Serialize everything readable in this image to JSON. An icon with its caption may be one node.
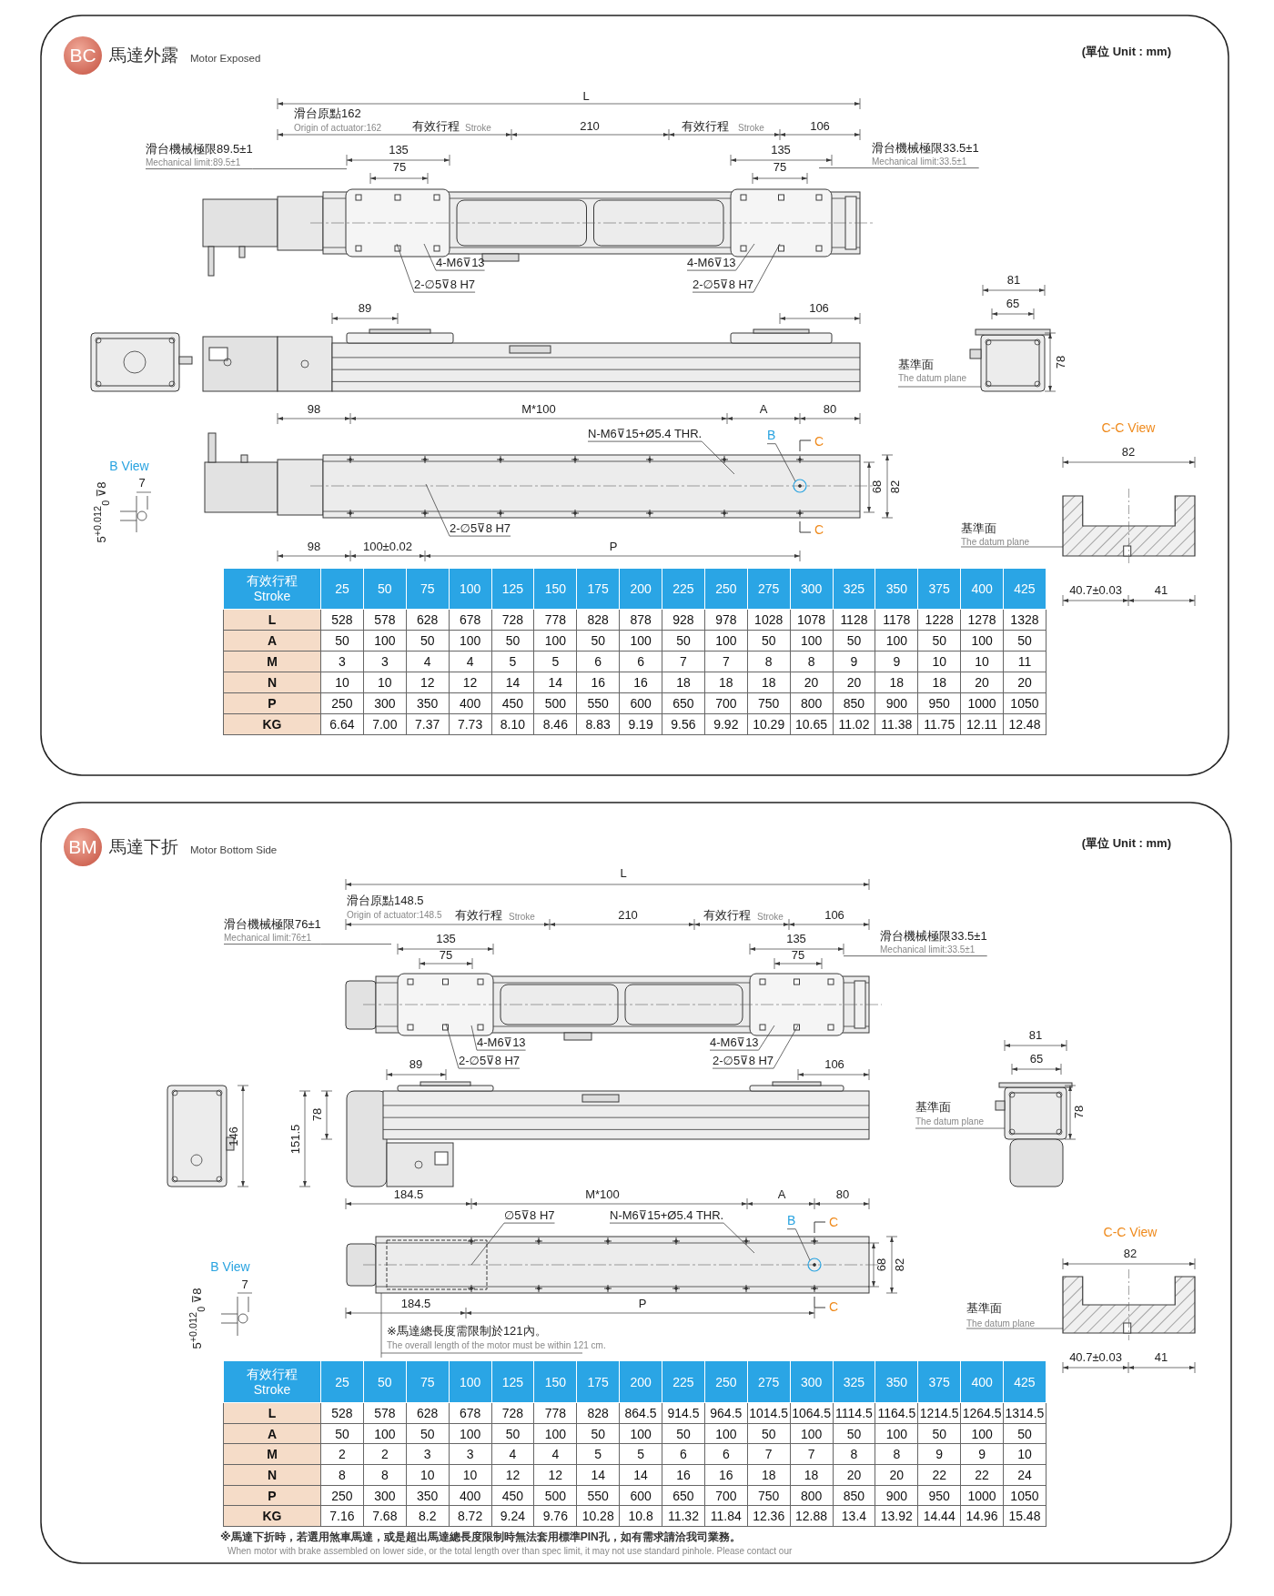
{
  "diagram": {
    "nodes": [
      {
        "text": [
          "BC"
        ],
        "beside": [
          "馬達外露",
          "Motor Exposed"
        ]
      },
      {
        "text": [
          "滑台機械極限89.5±1",
          "Mechanical limit:89.5±1"
        ]
      },
      {
        "text": [
          "滑台機械極限33.5±1",
          "Mechanical limit:33.5±1"
        ]
      },
      {
        "text": [
          "4-M6⊽13"
        ]
      },
      {
        "text": [
          "2-∅5⊽8 H7"
        ]
      },
      {
        "text": [
          "4-M6⊽13"
        ]
      },
      {
        "text": [
          "2-∅5⊽8 H7"
        ]
      },
      {
        "text": [
          "N-M6⊽15+Ø5.4 THR."
        ]
      },
      {
        "text": [
          "B"
        ]
      },
      {
        "text": [
          "2-∅5⊽8 H7"
        ]
      },
      {
        "text": [
          "BM"
        ],
        "beside": [
          "馬達下折",
          "Motor Bottom Side"
        ]
      },
      {
        "text": [
          "滑台機械極限76±1",
          "Mechanical limit:76±1"
        ]
      },
      {
        "text": [
          "滑台機械極限33.5±1",
          "Mechanical limit:33.5±1"
        ]
      },
      {
        "text": [
          "4-M6⊽13"
        ]
      },
      {
        "text": [
          "2-∅5⊽8 H7"
        ]
      },
      {
        "text": [
          "4-M6⊽13"
        ]
      },
      {
        "text": [
          "2-∅5⊽8 H7"
        ]
      },
      {
        "text": [
          "∅5⊽8 H7"
        ]
      },
      {
        "text": [
          "N-M6⊽15+Ø5.4 THR."
        ]
      },
      {
        "text": [
          "B"
        ]
      },
      {
        "text": [],
        "shape": "picture"
      },
      {
        "text": [],
        "shape": "picture"
      },
      {
        "text": [],
        "shape": "picture"
      },
      {
        "text": [],
        "shape": "picture"
      }
    ],
    "edges": [
      {
        "from": 1,
        "to": null,
        "arrow": "none"
      },
      {
        "from": 2,
        "to": null,
        "arrow": "none"
      },
      {
        "from": 3,
        "to": 20,
        "arrow": "none"
      },
      {
        "from": 4,
        "to": 20,
        "arrow": "none"
      },
      {
        "from": 5,
        "to": 20,
        "arrow": "none"
      },
      {
        "from": 6,
        "to": 20,
        "arrow": "none"
      },
      {
        "from": 7,
        "to": 21,
        "arrow": "none"
      },
      {
        "from": 8,
        "to": 21,
        "arrow": "none"
      },
      {
        "from": 9,
        "to": 21,
        "arrow": "none"
      },
      {
        "from": 11,
        "to": null,
        "arrow": "none"
      },
      {
        "from": 12,
        "to": null,
        "arrow": "none"
      },
      {
        "from": 13,
        "to": 22,
        "arrow": "none"
      },
      {
        "from": 14,
        "to": 22,
        "arrow": "none"
      },
      {
        "from": 15,
        "to": 22,
        "arrow": "none"
      },
      {
        "from": 16,
        "to": 22,
        "arrow": "none"
      },
      {
        "from": 17,
        "to": 23,
        "arrow": "none"
      },
      {
        "from": 18,
        "to": 23,
        "arrow": "none"
      },
      {
        "from": 19,
        "to": 23,
        "arrow": "none"
      }
    ],
    "labels": [
      "(單位 Unit : mm)",
      "L",
      "滑台原點162",
      "Origin of actuator:162",
      "有效行程",
      "Stroke",
      "210",
      "有效行程",
      "Stroke",
      "106",
      "135",
      "75",
      "135",
      "75",
      "89",
      "106",
      "81",
      "65",
      "基準面",
      "The datum plane",
      "78",
      "98",
      "M*100",
      "A",
      "80",
      "C",
      "68",
      "82",
      "C",
      "98",
      "100±0.02",
      "P",
      "B View",
      "7",
      "5$^{+0.012}$$_{0}$ ⊽8",
      "C-C View",
      "82",
      "基準面",
      "The datum plane",
      "40.7±0.03",
      "41",
      "有效行程 Stroke",
      "25",
      "50",
      "75",
      "100",
      "125",
      "150",
      "175",
      "200",
      "225",
      "250",
      "275",
      "300",
      "325",
      "350",
      "375",
      "400",
      "425",
      "L",
      "528",
      "578",
      "628",
      "678",
      "728",
      "778",
      "828",
      "878",
      "928",
      "978",
      "1028",
      "1078",
      "1128",
      "1178",
      "1228",
      "1278",
      "1328",
      "A",
      "50",
      "100",
      "50",
      "100",
      "50",
      "100",
      "50",
      "100",
      "50",
      "100",
      "50",
      "100",
      "50",
      "100",
      "50",
      "100",
      "50",
      "M",
      "3",
      "3",
      "4",
      "4",
      "5",
      "5",
      "6",
      "6",
      "7",
      "7",
      "8",
      "8",
      "9",
      "9",
      "10",
      "10",
      "11",
      "N",
      "10",
      "10",
      "12",
      "12",
      "14",
      "14",
      "16",
      "16",
      "18",
      "18",
      "18",
      "20",
      "20",
      "18",
      "18",
      "20",
      "20",
      "P",
      "250",
      "300",
      "350",
      "400",
      "450",
      "500",
      "550",
      "600",
      "650",
      "700",
      "750",
      "800",
      "850",
      "900",
      "950",
      "1000",
      "1050",
      "KG",
      "6.64",
      "7.00",
      "7.37",
      "7.73",
      "8.10",
      "8.46",
      "8.83",
      "9.19",
      "9.56",
      "9.92",
      "10.29",
      "10.65",
      "11.02",
      "11.38",
      "11.75",
      "12.11",
      "12.48",
      "(單位 Unit : mm)",
      "L",
      "滑台原點148.5",
      "Origin of actuator:148.5",
      "有效行程",
      "Stroke",
      "210",
      "有效行程",
      "Stroke",
      "106",
      "135",
      "75",
      "135",
      "75",
      "89",
      "106",
      "81",
      "65",
      "78",
      "151.5",
      "146",
      "基準面",
      "The datum plane",
      "78",
      "184.5",
      "M*100",
      "A",
      "80",
      "C",
      "68",
      "82",
      "184.5",
      "P",
      "C",
      "※馬達總長度需限制於121內。",
      "The overall length of the motor must be within 121 cm.",
      "B View",
      "7",
      "5$^{+0.012}$$_{0}$ ⊽8",
      "C-C View",
      "82",
      "基準面",
      "The datum plane",
      "40.7±0.03",
      "41",
      "有效行程 Stroke",
      "25",
      "50",
      "75",
      "100",
      "125",
      "150",
      "175",
      "200",
      "225",
      "250",
      "275",
      "300",
      "325",
      "350",
      "375",
      "400",
      "425",
      "L",
      "528",
      "578",
      "628",
      "678",
      "728",
      "778",
      "828",
      "864.5",
      "914.5",
      "964.5",
      "1014.5",
      "1064.5",
      "1114.5",
      "1164.5",
      "1214.5",
      "1264.5",
      "1314.5",
      "A",
      "50",
      "100",
      "50",
      "100",
      "50",
      "100",
      "50",
      "100",
      "50",
      "100",
      "50",
      "100",
      "50",
      "100",
      "50",
      "100",
      "50",
      "M",
      "2",
      "2",
      "3",
      "3",
      "4",
      "4",
      "5",
      "5",
      "6",
      "6",
      "7",
      "7",
      "8",
      "8",
      "9",
      "9",
      "10",
      "N",
      "8",
      "8",
      "10",
      "10",
      "12",
      "12",
      "14",
      "14",
      "16",
      "16",
      "18",
      "18",
      "20",
      "20",
      "22",
      "22",
      "24",
      "P",
      "250",
      "300",
      "350",
      "400",
      "450",
      "500",
      "550",
      "600",
      "650",
      "700",
      "750",
      "800",
      "850",
      "900",
      "950",
      "1000",
      "1050",
      "KG",
      "7.16",
      "7.68",
      "8.2",
      "8.72",
      "9.24",
      "9.76",
      "10.28",
      "10.8",
      "11.32",
      "11.84",
      "12.36",
      "12.88",
      "13.4",
      "13.92",
      "14.44",
      "14.96",
      "15.48",
      "※馬達下折時，若選用煞車馬達，或是超出馬達總長度限制時無法套用標準PIN孔，如有需求請洽我司業務。",
      "When motor with brake assembled on lower side, or the total length over than spec limit, it may not use standard pinhole. Please contact our"
    ]
  }
}
